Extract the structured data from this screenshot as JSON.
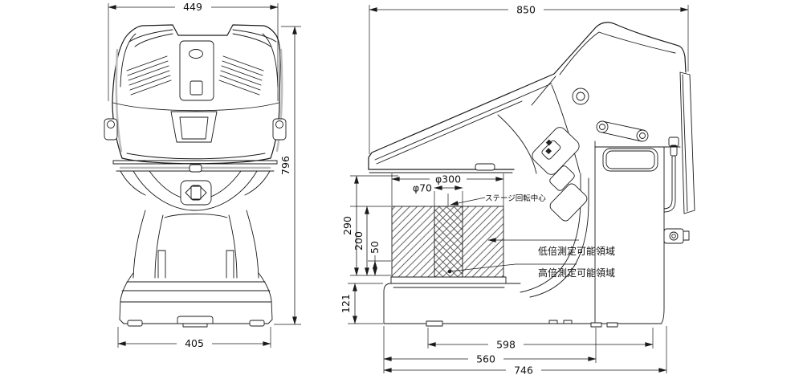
{
  "drawing": {
    "front_view": {
      "dim_width_top": "449",
      "dim_height": "796",
      "dim_width_base": "405"
    },
    "side_view": {
      "dim_width_top": "850",
      "dim_stage_diameter": "φ300",
      "dim_high_mag_diameter": "φ70",
      "dim_290": "290",
      "dim_200": "200",
      "dim_50": "50",
      "dim_121": "121",
      "dim_598": "598",
      "dim_560": "560",
      "dim_746": "746",
      "label_stage_center": "ステージ回転中心",
      "label_low_mag": "低倍測定可能領域",
      "label_high_mag": "高倍測定可能領域"
    },
    "colors": {
      "line": "#1a1a1a",
      "background": "#ffffff",
      "shading": "#bdbdbd"
    }
  }
}
